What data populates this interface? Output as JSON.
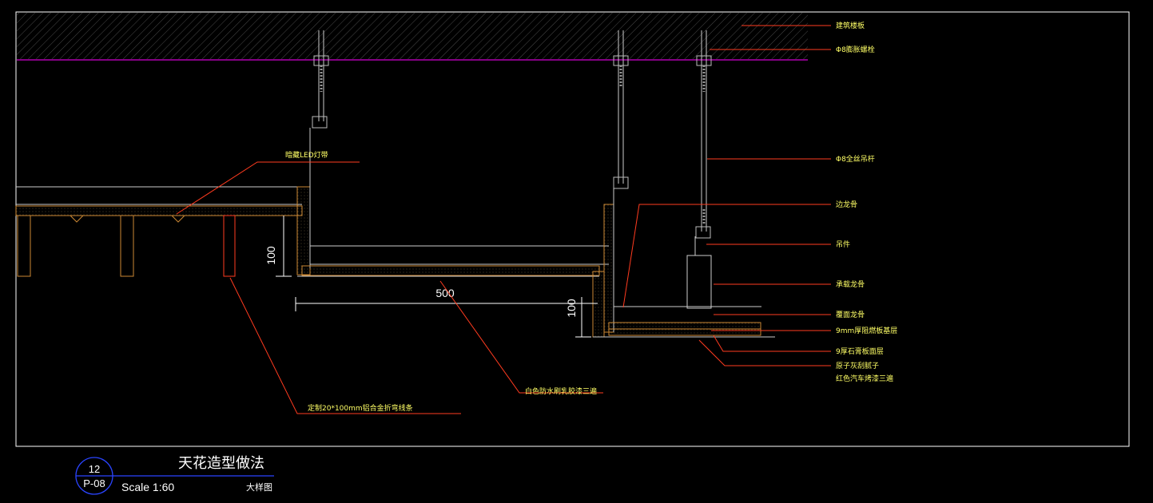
{
  "drawing": {
    "title": "天花造型做法",
    "scale": "Scale 1:60",
    "sheet_type": "大样图",
    "detail_number": "12",
    "sheet_ref": "P-08"
  },
  "annotations": {
    "slab": "建筑楼板",
    "expansion_bolt": "Φ8膨胀螺栓",
    "hanger_rod": "Φ8全丝吊杆",
    "edge_keel": "边龙骨",
    "hanger": "吊件",
    "main_keel": "承载龙骨",
    "cover_keel": "覆面龙骨",
    "plywood_base": "9mm厚阻燃板基层",
    "gypsum_layer": "9厚石膏板面层",
    "putty": "原子灰刮腻子",
    "paint": "红色汽车烤漆三遍",
    "led": "暗藏LED灯带",
    "latex": "白色防水刷乳胶漆三遍",
    "aluminum_strip": "定制20*100mm铝合金折弯线条"
  },
  "dimensions": {
    "d100_left": "100",
    "d500": "500",
    "d100_right": "100"
  },
  "colors": {
    "background": "#000000",
    "frame": "#ffffff",
    "annotation_text": "#ffff66",
    "leader": "#ff3b1f",
    "slab_edge": "#b000b0",
    "bubble": "#2a44ff"
  }
}
